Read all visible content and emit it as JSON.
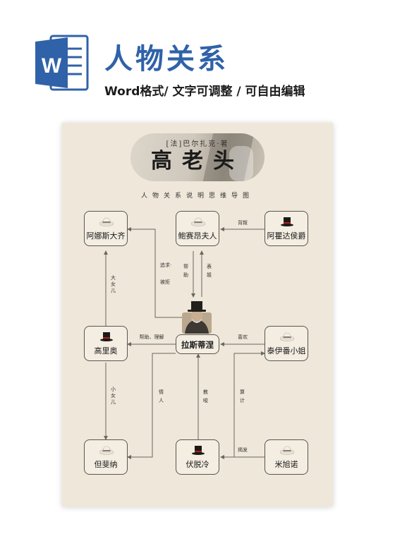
{
  "header": {
    "title": "人物关系",
    "subtitle": "Word格式/ 文字可调整 / 可自由编辑",
    "app_icon_letter": "W"
  },
  "banner": {
    "author": "[法]巴尔扎克·著",
    "title": "高老头"
  },
  "diagram_subtitle": "人物关系说明思维导图",
  "nodes": {
    "anastasie": "阿娜斯大齐",
    "vauquer": "鲍赛昂夫人",
    "ajuda": "阿瞿达侯爵",
    "goriot": "高里奥",
    "rastignac": "拉斯蒂涅",
    "taillefer": "泰伊番小姐",
    "delphine": "但斐纳",
    "vautrin": "伏脱冷",
    "michonneau": "米旭诺"
  },
  "edges": {
    "betray": "背叛",
    "pursue": [
      "追求·",
      "被拒"
    ],
    "help": [
      "帮",
      "助"
    ],
    "cousin": [
      "表",
      "姐"
    ],
    "eldest": [
      "大",
      "女",
      "儿"
    ],
    "help_guide": "帮助、理解",
    "like": "喜欢",
    "youngest": [
      "小",
      "女",
      "儿"
    ],
    "lover": [
      "情",
      "人"
    ],
    "instruct": [
      "教",
      "唆"
    ],
    "plot": [
      "算",
      "计"
    ],
    "expose": "揭发"
  },
  "icons": [
    "word-icon",
    "light-hat-icon",
    "top-hat-icon",
    "portrait-icon",
    "arrowhead-icon"
  ],
  "colors": {
    "brand_blue": "#2f62a8",
    "card_bg": "#efe7d9",
    "line": "#6b6660",
    "hat_red": "#a8231d"
  }
}
